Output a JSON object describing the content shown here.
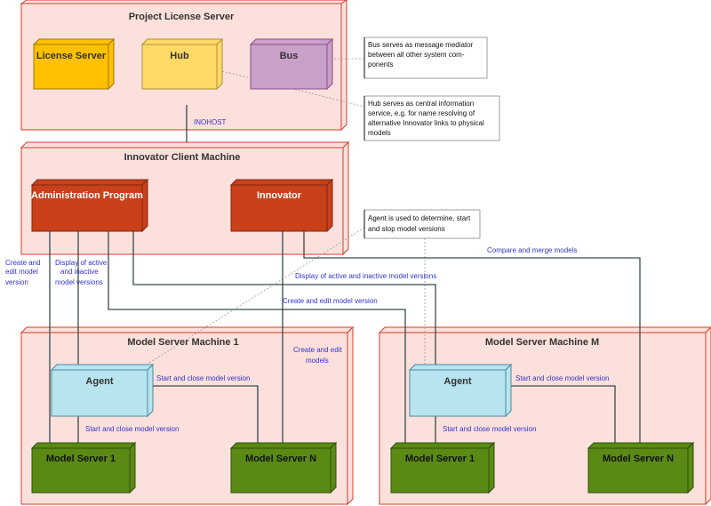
{
  "containers": {
    "project_license_server": "Project License Server",
    "innovator_client_machine": "Innovator Client Machine",
    "model_server_machine_1": "Model Server Machine 1",
    "model_server_machine_m": "Model Server Machine M"
  },
  "nodes": {
    "license_server": "License Server",
    "hub": "Hub",
    "bus": "Bus",
    "administration_program": "Administration Program",
    "innovator": "Innovator",
    "agent_1": "Agent",
    "model_server_1_1": "Model Server 1",
    "model_server_n_1": "Model Server N",
    "agent_m": "Agent",
    "model_server_1_m": "Model Server 1",
    "model_server_n_m": "Model Server N"
  },
  "notes": {
    "bus_note": [
      "Bus serves as message mediator",
      "between all other system com-",
      "ponents"
    ],
    "hub_note": [
      "Hub serves as central information",
      "service, e.g. for name resolving of",
      "alternative Innovator links to physical",
      "models"
    ],
    "agent_note": [
      "Agent is used to determine, start",
      "and stop model versions"
    ]
  },
  "edge_labels": {
    "inohost": "INOHOST",
    "create_edit_version": [
      "Create and",
      "edit model",
      "version"
    ],
    "display_active_inactive_left": [
      "Display of active",
      "and inactive",
      "model versions"
    ],
    "compare_merge": "Compare and merge models",
    "display_active_inactive": "Display of active and inactive model versions",
    "create_edit_model_version": "Create and edit model version",
    "create_edit_models": [
      "Create and edit",
      "models"
    ],
    "start_close_1a": "Start and close model version",
    "start_close_1b": "Start and close model version",
    "start_close_ma": "Start and close model version",
    "start_close_mb": "Start and close model version"
  },
  "colors": {
    "container_fill": "#fbe0dc",
    "container_border": "#d0402a",
    "license_server": "#ffc000",
    "hub": "#ffd966",
    "bus": "#c9a0c8",
    "client_node": "#c9401a",
    "agent": "#b7e4ee",
    "model_server": "#5a8a14"
  }
}
